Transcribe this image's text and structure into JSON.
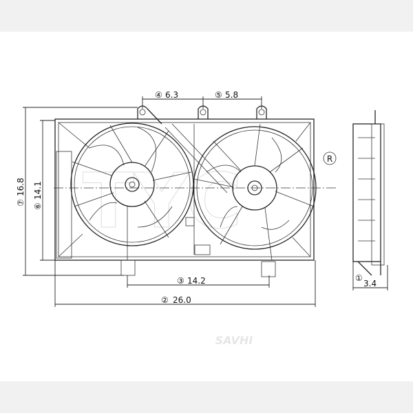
{
  "dimensions": [
    {
      "num": "①",
      "value": "3.4"
    },
    {
      "num": "②",
      "value": "26.0"
    },
    {
      "num": "③",
      "value": "14.2"
    },
    {
      "num": "④",
      "value": "6.3"
    },
    {
      "num": "⑤",
      "value": "5.8"
    },
    {
      "num": "⑥",
      "value": "14.1"
    },
    {
      "num": "⑦",
      "value": "16.8"
    }
  ],
  "registered_mark": "R",
  "watermark": "TYC",
  "footer_logo": "SAVHI"
}
